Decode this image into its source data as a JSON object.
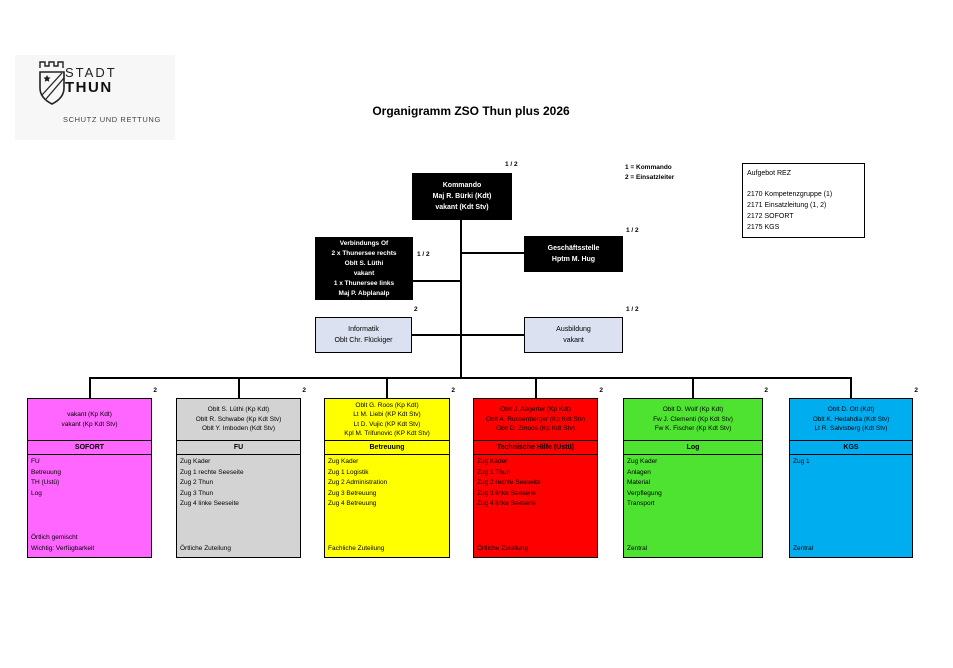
{
  "logo": {
    "stadt": "STADT",
    "thun": "THUN",
    "subtitle": "SCHUTZ UND RETTUNG"
  },
  "title": "Organigramm ZSO Thun plus 2026",
  "legend": {
    "line1": "1 = Kommando",
    "line2": "2 = Einsatzleiter"
  },
  "aufgebot": {
    "title": "Aufgebot REZ",
    "items": [
      "2170 Kompetenzgruppe (1)",
      "2171 Einsatzleitung (1, 2)",
      "2172 SOFORT",
      "2175 KGS"
    ]
  },
  "nodes": {
    "kommando": {
      "tag": "1 / 2",
      "lines": [
        "Kommando",
        "Maj R. Bürki (Kdt)",
        "vakant (Kdt Stv)"
      ]
    },
    "verbindungs": {
      "tag": "1 / 2",
      "lines": [
        "Verbindungs Of",
        "2 x Thunersee rechts",
        "Oblt S. Lüthi",
        "vakant",
        "1 x Thunersee links",
        "Maj P. Abplanalp"
      ]
    },
    "geschaeftsstelle": {
      "tag": "1 / 2",
      "lines": [
        "Geschäftsstelle",
        "Hptm M. Hug"
      ]
    },
    "informatik": {
      "tag": "2",
      "lines": [
        "Informatik",
        "Oblt Chr. Flückiger"
      ]
    },
    "ausbildung": {
      "tag": "1 / 2",
      "lines": [
        "Ausbildung",
        "vakant"
      ]
    }
  },
  "companies": [
    {
      "id": "sofort",
      "color": "#FF66FF",
      "tag": "2",
      "head": [
        "vakant (Kp Kdt)",
        "vakant (Kp Kdt Stv)"
      ],
      "name": "SOFORT",
      "units": [
        "FU",
        "Betreuung",
        "TH (Ustü)",
        "Log"
      ],
      "footer": [
        "Örtlich gemischt",
        "Wichtig: Verfügbarkeit"
      ]
    },
    {
      "id": "fu",
      "color": "#D3D3D3",
      "tag": "2",
      "head": [
        "Oblt S. Lüthi (Kp Kdt)",
        "Oblt R. Schwabe (Kp Kdt Stv)",
        "Oblt Y. Imboden (Kdt Stv)"
      ],
      "name": "FU",
      "units": [
        "Zug Kader",
        "Zug 1 rechte Seeseite",
        "Zug 2 Thun",
        "Zug 3 Thun",
        "Zug 4 linke Seeseite"
      ],
      "footer": [
        "Örtliche Zuteilung"
      ]
    },
    {
      "id": "betreuung",
      "color": "#FFFF00",
      "tag": "2",
      "head": [
        "Oblt G. Roos (Kp Kdt)",
        "Lt M. Liebi (KP Kdt Stv)",
        "Lt D. Vujic (KP Kdt Stv)",
        "Kpl M. Trifunovic (KP Kdt Stv)"
      ],
      "name": "Betreuung",
      "units": [
        "Zug Kader",
        "Zug 1 Logistik",
        "Zug 2 Administration",
        "Zug 3 Betreuung",
        "Zug 4 Betreuung"
      ],
      "footer": [
        "Fachliche Zuteilung"
      ]
    },
    {
      "id": "technische-hilfe",
      "color": "#FF0000",
      "tag": "2",
      "head": [
        "Oblt J. Aegerter (Kp Kdt)",
        "Oblt A. Russenberger (Kp Kdt Stv)",
        "Oblt D. Zmoos (Kp Kdt Stv)"
      ],
      "name": "Technische Hilfe (Ustü)",
      "units": [
        "Zug Kader",
        "Zug 1 Thun",
        "Zug 2 rechte Seeseite",
        "Zug 3 linke Seeseite",
        "Zug 4 linke Seeseite"
      ],
      "footer": [
        "Örtliche Zuteilung"
      ]
    },
    {
      "id": "log",
      "color": "#4FE331",
      "tag": "2",
      "head": [
        "Oblt D. Wolf (Kp Kdt)",
        "Fw J. Clementi (Kp Kdt Stv)",
        "Fw K. Fischer (Kp Kdt Stv)"
      ],
      "name": "Log",
      "units": [
        "Zug Kader",
        "Anlagen",
        "Material",
        "Verpflegung",
        "Transport"
      ],
      "footer": [
        "Zentral"
      ]
    },
    {
      "id": "kgs",
      "color": "#00AEEF",
      "tag": "2",
      "head": [
        "Oblt D. Ott (Kdt)",
        "Oblt K. Hedahdia (Kdt Stv)",
        "Lt R. Salvisberg (Kdt Stv)"
      ],
      "name": "KGS",
      "units": [
        "Zug 1"
      ],
      "footer": [
        "Zentral"
      ]
    }
  ]
}
